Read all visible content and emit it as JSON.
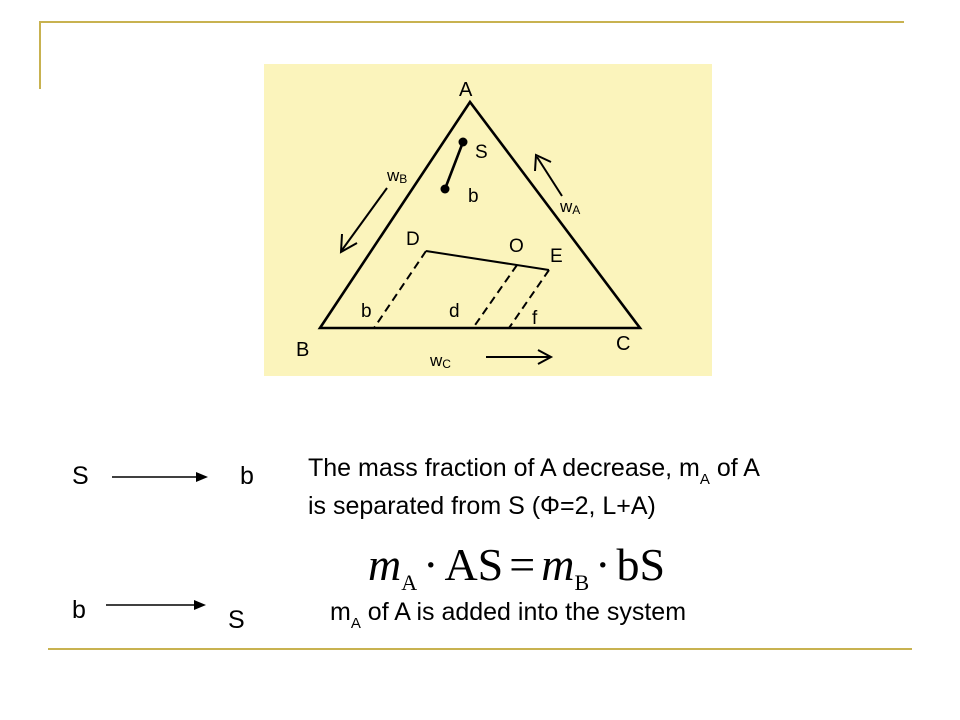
{
  "diagram": {
    "vertices": {
      "a": "A",
      "b": "B",
      "c": "C"
    },
    "points": {
      "s": "S",
      "b": "b",
      "d": "D",
      "o": "O",
      "e": "E",
      "d_lower": "d",
      "f": "f",
      "b_lower": "b"
    },
    "arrows": {
      "w_b": "w",
      "w_b_sub": "B",
      "w_a": "w",
      "w_a_sub": "A",
      "w_c": "w",
      "w_c_sub": "C"
    },
    "colors": {
      "panel": "#fbf4bc",
      "rule": "#c8b250",
      "ink": "#000000"
    }
  },
  "process1": {
    "from": "S",
    "to": "b",
    "line1_pre": "The mass fraction of A decrease,  m",
    "line1_sub": "A",
    "line1_post": " of A",
    "line2": "is separated  from S  (Φ=2, L+A)"
  },
  "equation": {
    "m": "m",
    "sub_a": "A",
    "dot": "·",
    "as": "AS",
    "equals": "=",
    "sub_b": "B",
    "bs": "bS"
  },
  "process2": {
    "from": "b",
    "to": "S",
    "text_pre": "m",
    "text_sub": "A",
    "text_post": " of A is added into the system"
  }
}
